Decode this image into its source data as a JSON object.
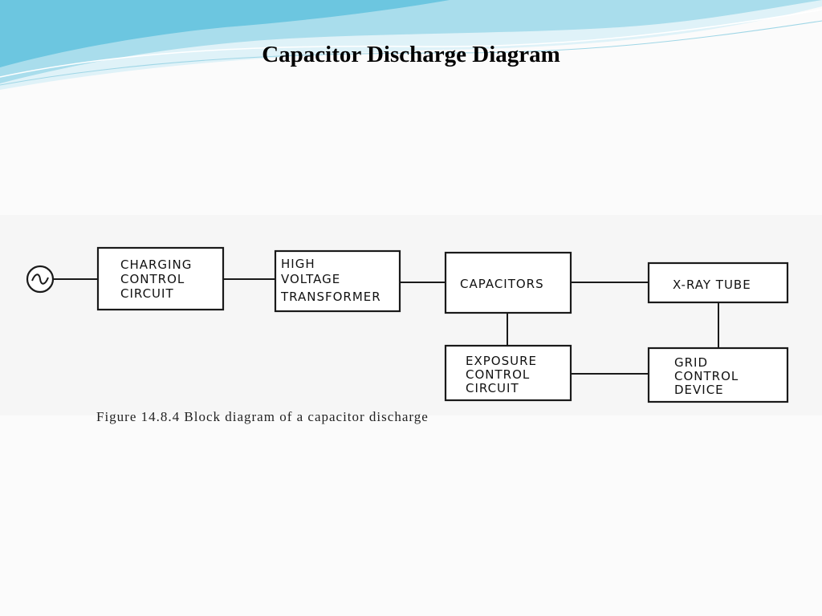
{
  "slide": {
    "title": "Capacitor Discharge Diagram",
    "caption_partial": "Figure 14.8.4   Block diagram of a capacitor discharge"
  },
  "colors": {
    "wave_light": "#d3eef6",
    "wave_mid": "#8fd3e8",
    "wave_dark": "#5cc2de",
    "line": "#1a1a1a"
  },
  "diagram": {
    "ac_source": {
      "icon": "ac-source-icon"
    },
    "blocks": {
      "charging": [
        "CHARGING",
        "CONTROL",
        "CIRCUIT"
      ],
      "hvt": [
        "HIGH",
        "VOLTAGE",
        "TRANSFORMER"
      ],
      "capacitors": [
        "CAPACITORS"
      ],
      "xray": [
        "X-RAY TUBE"
      ],
      "exposure": [
        "EXPOSURE",
        "CONTROL",
        "CIRCUIT"
      ],
      "grid": [
        "GRID",
        "CONTROL",
        "DEVICE"
      ]
    }
  }
}
